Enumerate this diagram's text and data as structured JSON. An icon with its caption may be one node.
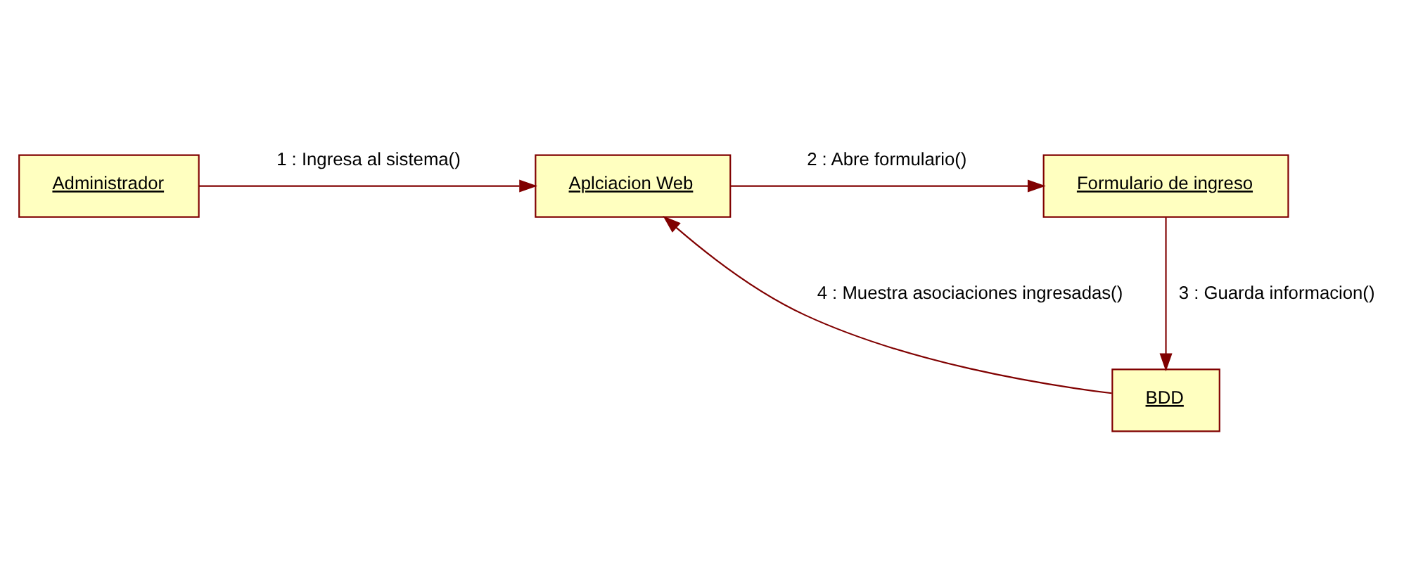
{
  "diagram": {
    "nodes": [
      {
        "text": [
          "Administrador"
        ]
      },
      {
        "text": [
          "Aplciacion Web"
        ]
      },
      {
        "text": [
          "Formulario de ingreso"
        ]
      },
      {
        "text": [
          "BDD"
        ]
      }
    ],
    "edges": [
      {
        "from": 0,
        "to": 1,
        "arrow": "to",
        "label": "1 : Ingresa al sistema()"
      },
      {
        "from": 1,
        "to": 2,
        "arrow": "to",
        "label": "2 : Abre formulario()"
      },
      {
        "from": 2,
        "to": 3,
        "arrow": "to",
        "label": "3 : Guarda informacion()"
      },
      {
        "from": 3,
        "to": 1,
        "arrow": "to",
        "label": "4 : Muestra asociaciones ingresadas()"
      }
    ]
  }
}
